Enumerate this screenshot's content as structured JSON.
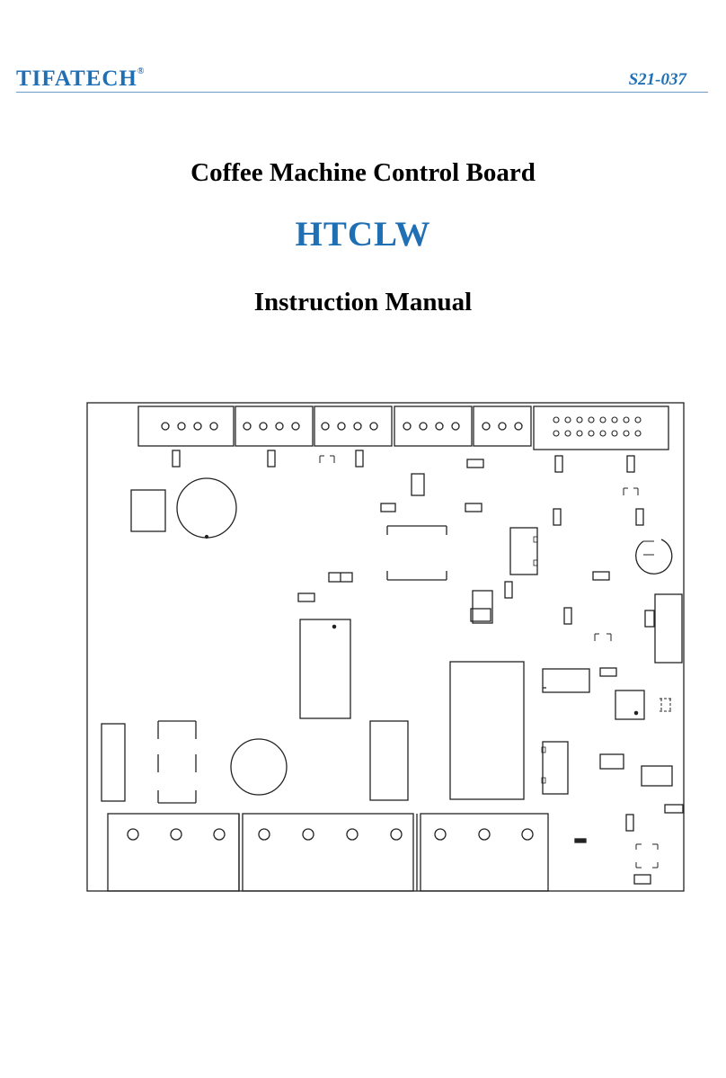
{
  "header": {
    "brand": "TIFATECH",
    "registered_mark": "®",
    "doc_number": "S21-037",
    "accent_color": "#1f6fb5"
  },
  "cover": {
    "title": "Coffee Machine Control Board",
    "model": "HTCLW",
    "subtitle": "Instruction Manual"
  }
}
